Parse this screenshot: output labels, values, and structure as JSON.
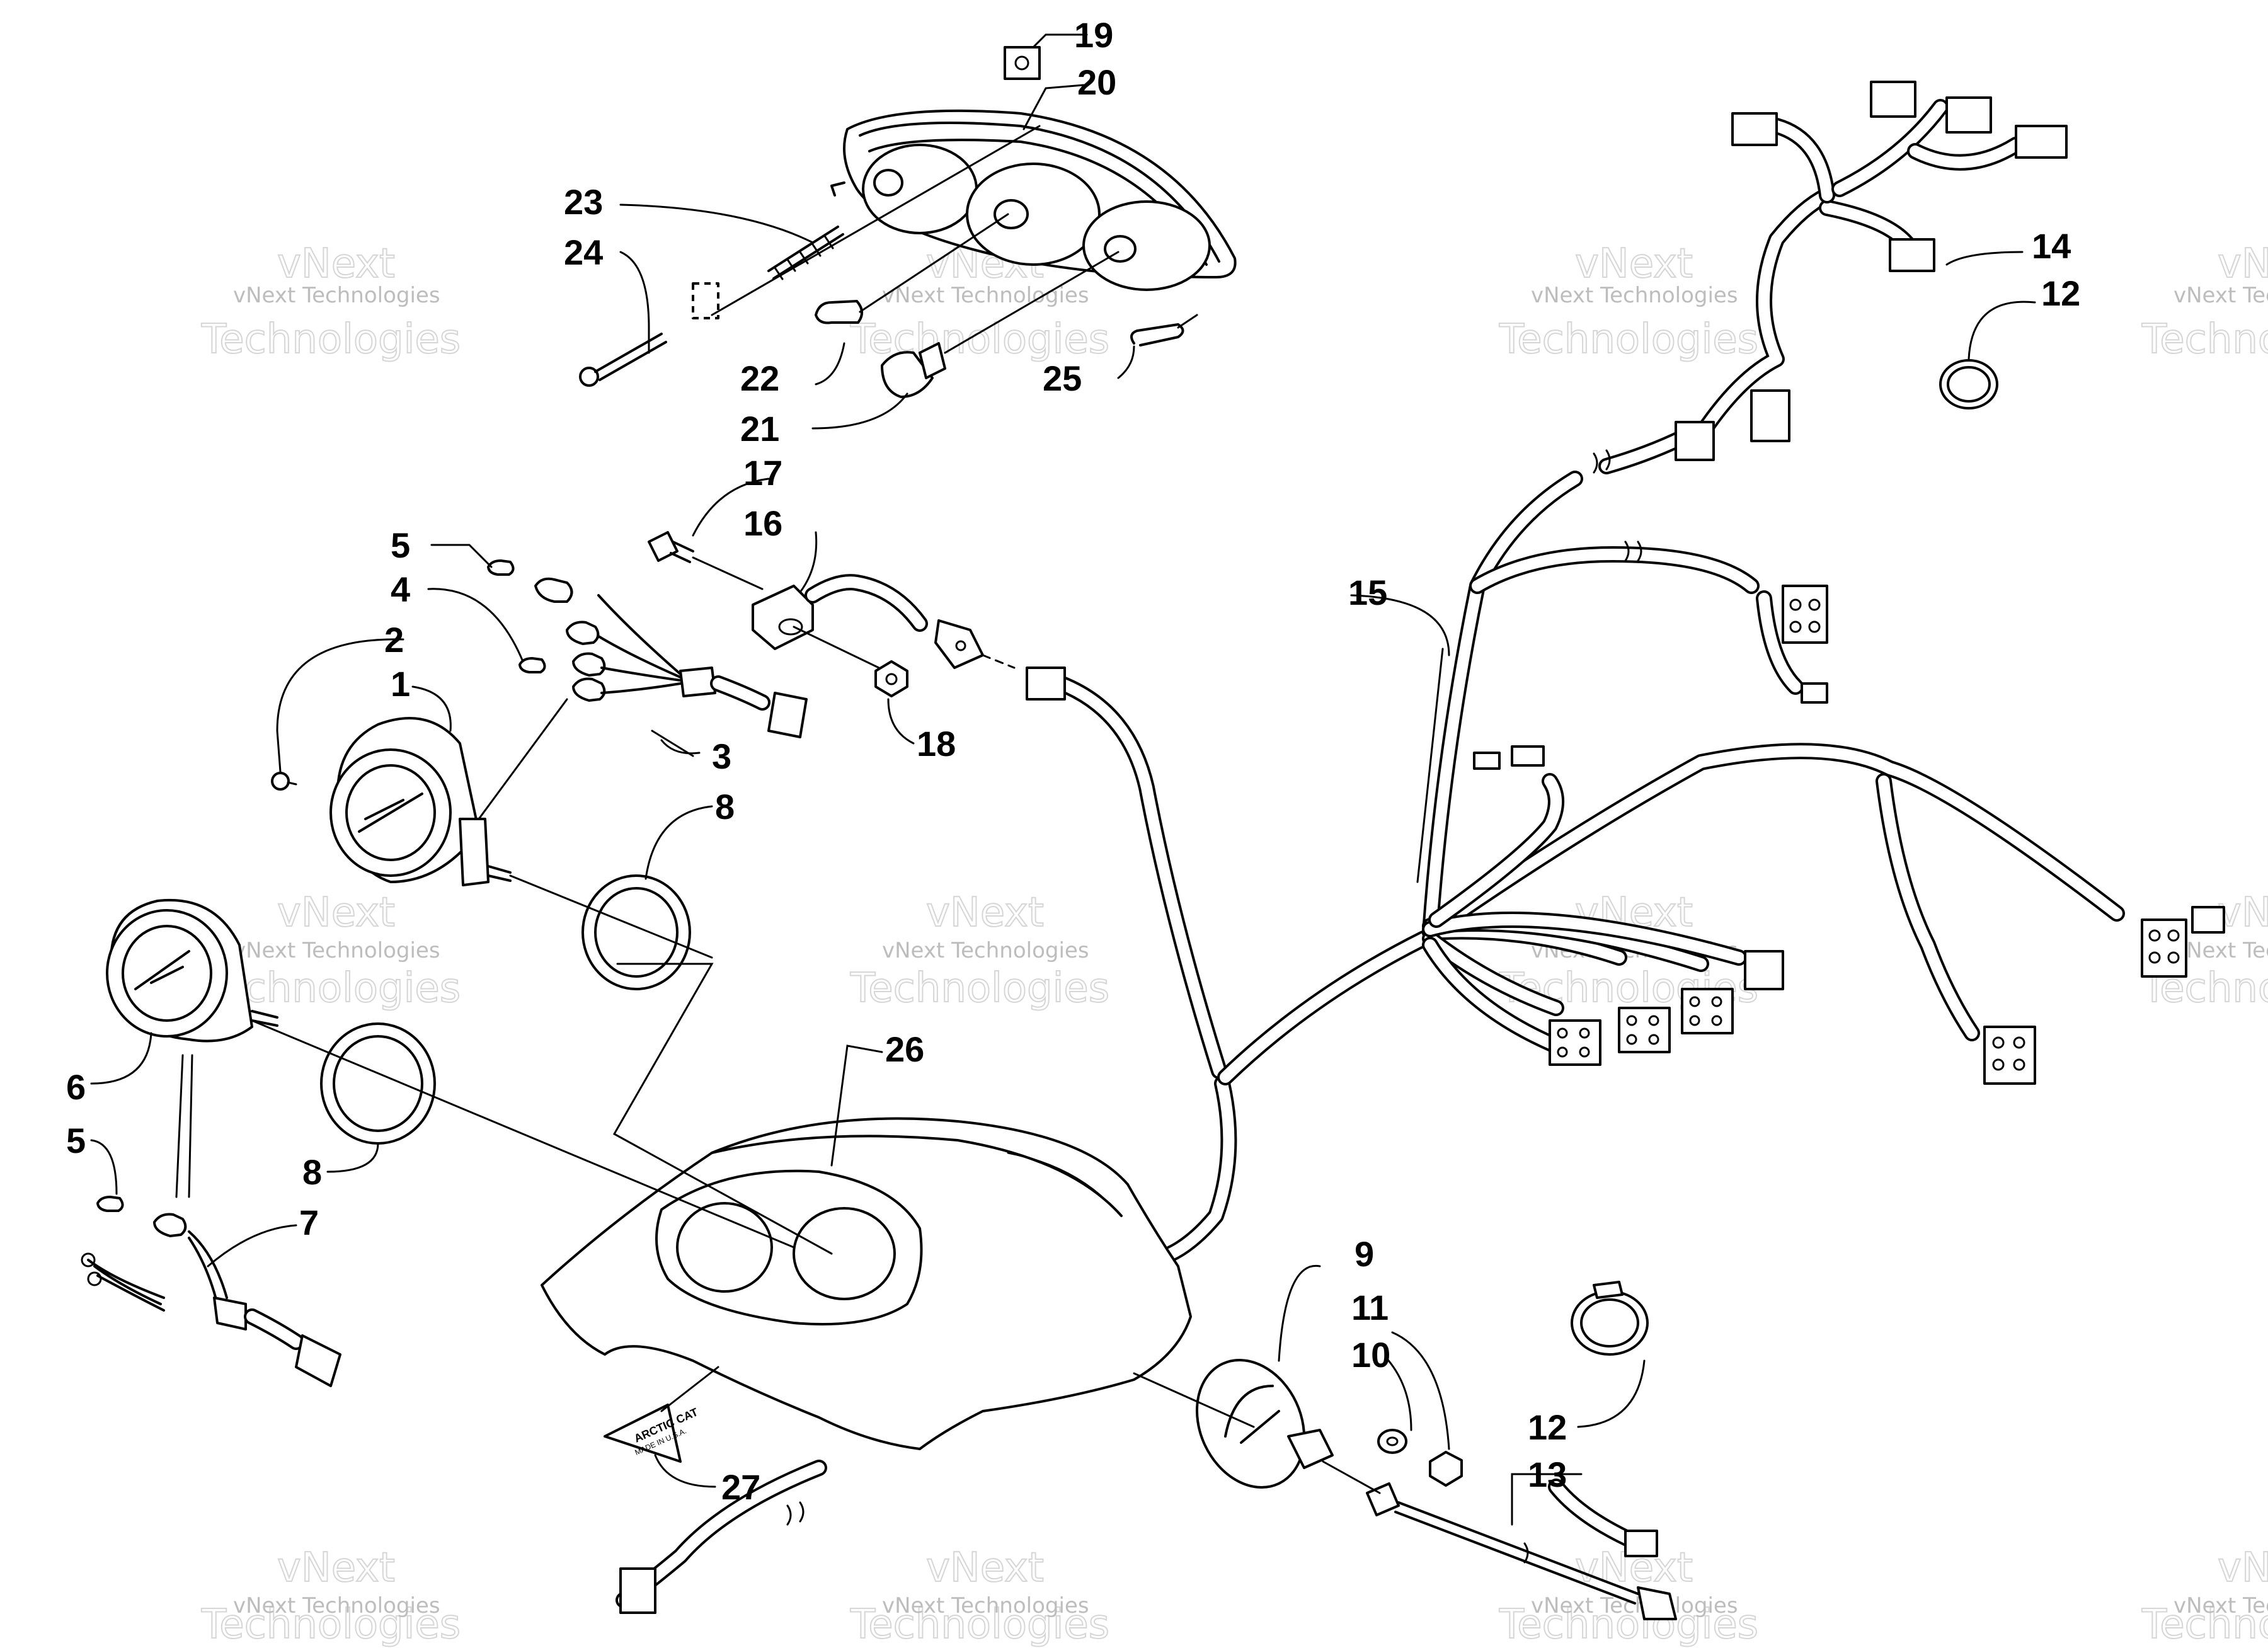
{
  "watermark": {
    "line1": "vNext Technologies",
    "line2": "vNext",
    "line3": "Technologies"
  },
  "callouts": {
    "c1": "1",
    "c2": "2",
    "c3": "3",
    "c4": "4",
    "c5a": "5",
    "c5b": "5",
    "c6": "6",
    "c7": "7",
    "c8a": "8",
    "c8b": "8",
    "c9": "9",
    "c10": "10",
    "c11": "11",
    "c12a": "12",
    "c12b": "12",
    "c13": "13",
    "c14": "14",
    "c15": "15",
    "c16": "16",
    "c17": "17",
    "c18": "18",
    "c19": "19",
    "c20": "20",
    "c21": "21",
    "c22": "22",
    "c23": "23",
    "c24": "24",
    "c25": "25",
    "c26": "26",
    "c27": "27"
  },
  "decal": {
    "brand": "ARCTIC CAT",
    "subtext": "MADE IN U.S.A."
  },
  "colors": {
    "line": "#000000",
    "watermark": "#bdbdbd",
    "background": "#ffffff"
  }
}
